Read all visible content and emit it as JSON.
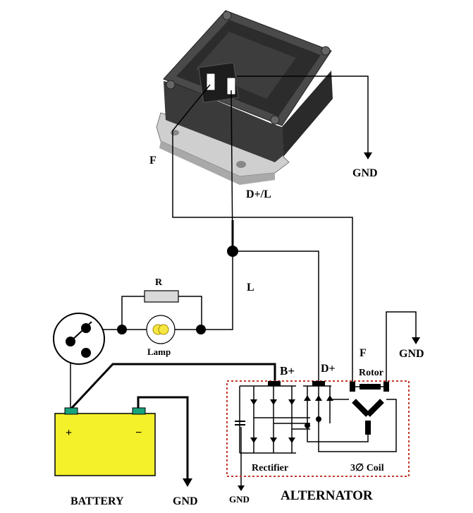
{
  "labels": {
    "f_regulator": "F",
    "gnd_regulator": "GND",
    "d_plus_l": "D+/L",
    "l": "L",
    "resistor": "R",
    "lamp": "Lamp",
    "b_plus": "B+",
    "d_plus": "D+",
    "f_alternator": "F",
    "rotor": "Rotor",
    "gnd_rotor": "GND",
    "rectifier": "Rectifier",
    "coil": "3∅ Coil",
    "battery": "BATTERY",
    "gnd_battery": "GND",
    "gnd_alternator": "GND",
    "alternator": "ALTERNATOR",
    "battery_plus": "+",
    "battery_minus": "−"
  },
  "colors": {
    "battery_fill": "#f4f02a",
    "terminal": "#1aa37a",
    "alternator_border": "#c0392b",
    "regulator_body": "#2b2b2b",
    "regulator_base": "#c8c8c8",
    "lamp_glow": "#f6e642",
    "resistor_fill": "#d9d9d9"
  }
}
